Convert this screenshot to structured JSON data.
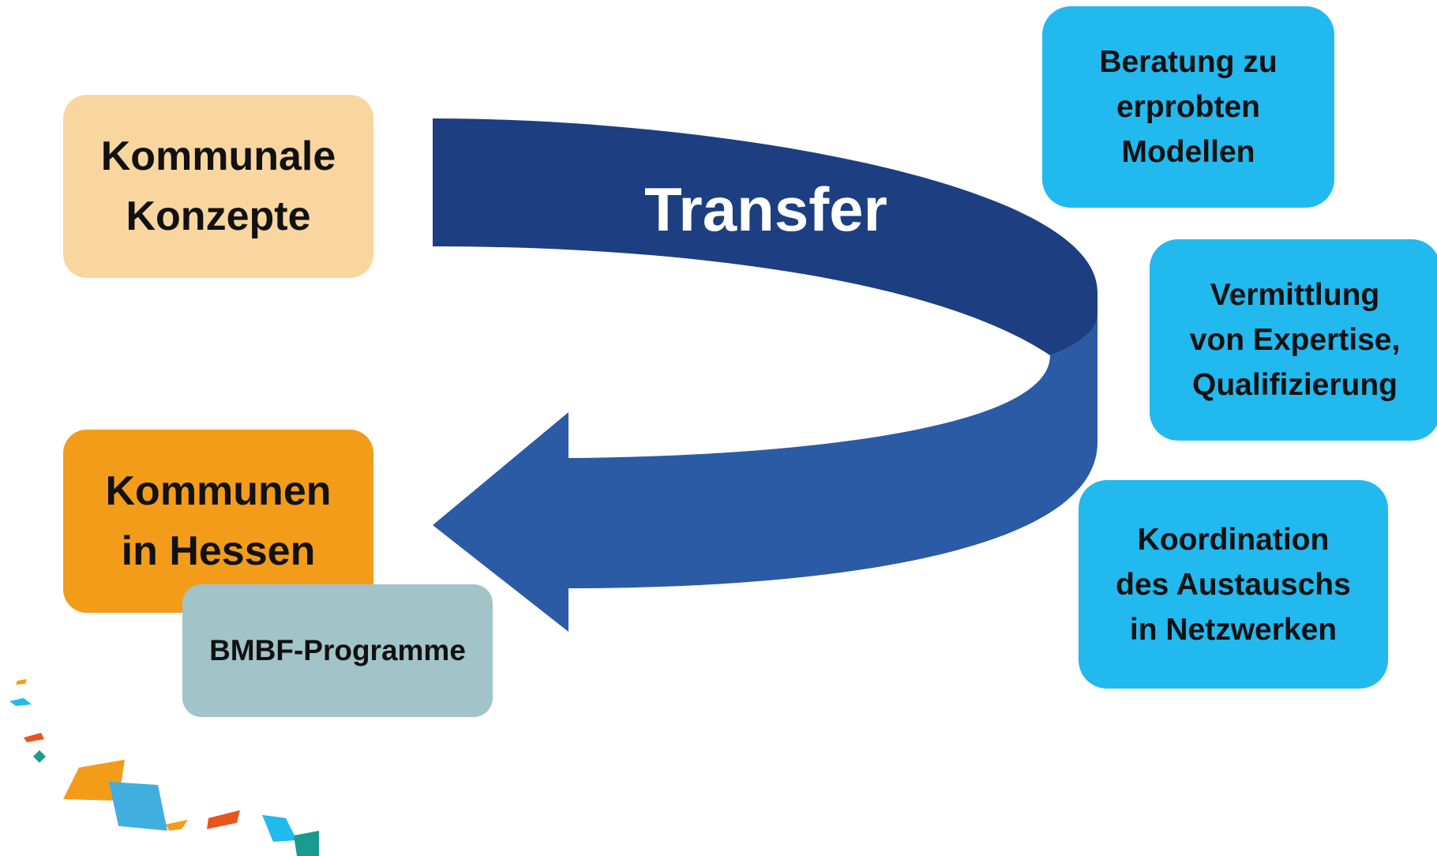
{
  "colors": {
    "konzepte_fill": "#f9d69f",
    "kommunen_fill": "#f39c1a",
    "bmbf_fill": "#a2c4c9",
    "cyan_fill": "#22b9ee",
    "arrow_fill": "#2b5ba5",
    "arrow_dark": "#1d3f82"
  },
  "boxes": {
    "konzepte": "Kommunale\nKonzepte",
    "kommunen": "Kommunen\nin Hessen",
    "bmbf": "BMBF-Programme"
  },
  "arrow_label": "Transfer",
  "services": {
    "beratung": "Beratung zu\nerprobten\nModellen",
    "vermittlung": "Vermittlung\nvon Expertise,\nQualifizierung",
    "koordination": "Koordination\ndes Austauschs\nin Netzwerken"
  },
  "decoration": {
    "name": "confetti-logo",
    "colors": [
      "#f39c1a",
      "#22b9ee",
      "#e8541e",
      "#1a9b8f",
      "#41aee0"
    ]
  }
}
